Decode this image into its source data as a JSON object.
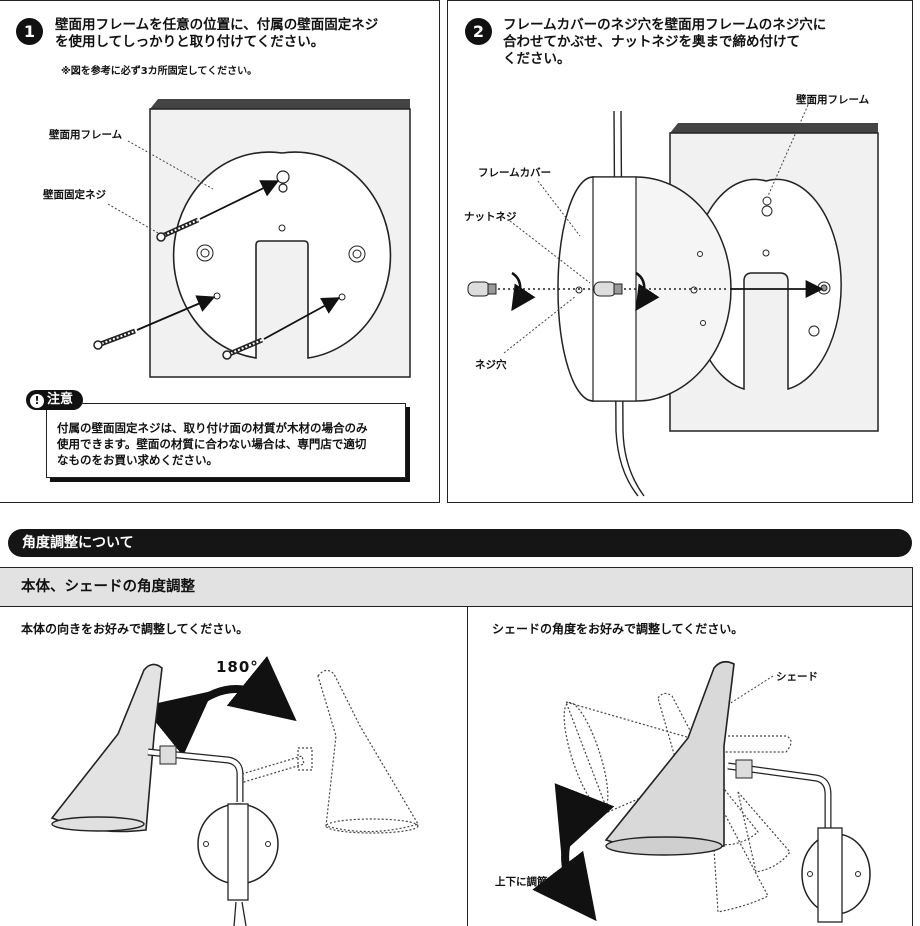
{
  "step1": {
    "number": "1",
    "text_line1": "壁面用フレームを任意の位置に、付属の壁面固定ネジ",
    "text_line2": "を使用してしっかりと取り付けてください。",
    "note": "※図を参考に必ず3カ所固定してください。",
    "label_frame": "壁面用フレーム",
    "label_screw": "壁面固定ネジ"
  },
  "caution": {
    "badge": "注意",
    "line1": "付属の壁面固定ネジは、取り付け面の材質が木材の場合のみ",
    "line2": "使用できます。壁面の材質に合わない場合は、専門店で適切",
    "line3": "なものをお買い求めください。"
  },
  "step2": {
    "number": "2",
    "text_line1": "フレームカバーのネジ穴を壁面用フレームのネジ穴に",
    "text_line2": "合わせてかぶせ、ナットネジを奥まで締め付けて",
    "text_line3": "ください。",
    "label_wall_frame": "壁面用フレーム",
    "label_frame_cover": "フレームカバー",
    "label_nut_screw": "ナットネジ",
    "label_screw_hole": "ネジ穴"
  },
  "angle_section": {
    "title": "角度調整について",
    "subtitle": "本体、シェードの角度調整",
    "left_instruction": "本体の向きをお好みで調整してください。",
    "right_instruction": "シェードの角度をお好みで調整してください。",
    "rotation_label": "180°",
    "label_shade": "シェード",
    "label_up_down": "上下に調節"
  }
}
